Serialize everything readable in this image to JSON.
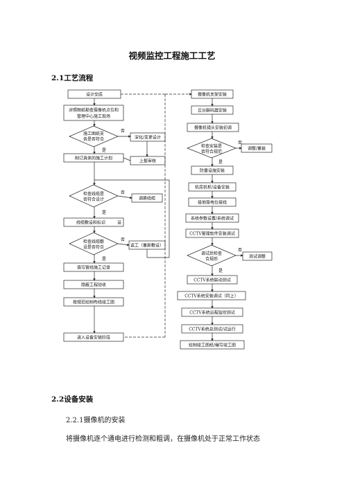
{
  "doc": {
    "title": "视频监控工程施工工艺",
    "section_21": "2.1工艺流程",
    "section_22": "2.2设备安装",
    "section_221": "2.2.1摄像机的安装",
    "para": "将摄像机逐个通电进行检测和粗调，在摄像机处于正常工作状态"
  },
  "flow": {
    "left": {
      "n1": "设计交底",
      "n2a": "对照图纸勘查摄像机点位和",
      "n2b": "管理中心施工现场",
      "d1a": "施工图纸支",
      "d1b": "各是否符合",
      "r1": "深化/变更设计",
      "n3": "制订具体的施工计划",
      "r2": "上报审核",
      "d2a": "检查线缆是",
      "d2b": "否符合设计",
      "r3": "调换线缆",
      "n4": "线缆敷设和标识",
      "n4_tail": "设",
      "d3a": "检查线缆敷",
      "d3b": "设是否符合",
      "r4": "返工（重新敷设）",
      "n5": "填写管线施工记录",
      "n6": "隐蔽工程验收",
      "n7": "按规范绘制布线竣工图",
      "n8": "进入设备安装阶段"
    },
    "right": {
      "n1": "摄像机支架安装",
      "n2": "云台解码器安装",
      "n3": "摄像机镜头安装初调",
      "d1a": "检查安装是",
      "d1b": "否符合规范",
      "r1": "调整/重装",
      "n4": "防雷设施安装",
      "n5": "机房机柜/设备安装",
      "n6": "接地等电位接线",
      "n7": "系统参数设置/系统调试",
      "n8": "CCTV管理软件安装调试",
      "d2a": "调试后检查",
      "d2b": "合规后",
      "r2": "测试调整",
      "n9": "CCTV系统联动测试",
      "n10": "CCTV系统安装调试（同上）",
      "n11": "CCTV系统远程监控测试",
      "n12": "CCTV系统总测试/试运行",
      "n13": "绘制竣工图纸/编写竣工图"
    },
    "labels": {
      "no": "否",
      "yes": "是"
    }
  }
}
